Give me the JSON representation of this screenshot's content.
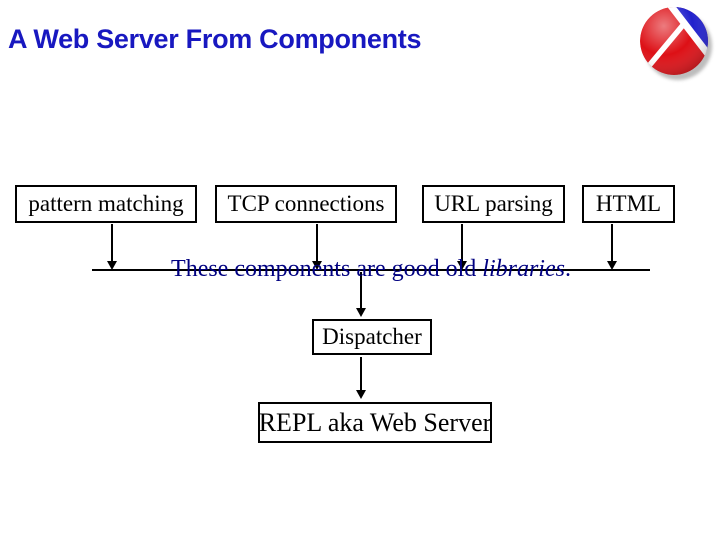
{
  "slide": {
    "title": "A Web Server From Components",
    "colors": {
      "background": "#ffffff",
      "title_blue": "#1818c0",
      "caption_navy": "#000080",
      "box_border": "#000000",
      "logo_red": "#dd1016",
      "logo_blue": "#2121cc"
    },
    "logo_name": "plt-scheme-lambda-logo",
    "diagram": {
      "component_boxes": [
        {
          "label": "pattern matching"
        },
        {
          "label": "TCP connections"
        },
        {
          "label": "URL parsing"
        },
        {
          "label": "HTML"
        }
      ],
      "caption": {
        "prefix": "These components are good old ",
        "emphasis": "libraries",
        "suffix": "."
      },
      "dispatcher_box": {
        "label": "Dispatcher"
      },
      "repl_box": {
        "label": "REPL aka Web Server"
      }
    }
  }
}
